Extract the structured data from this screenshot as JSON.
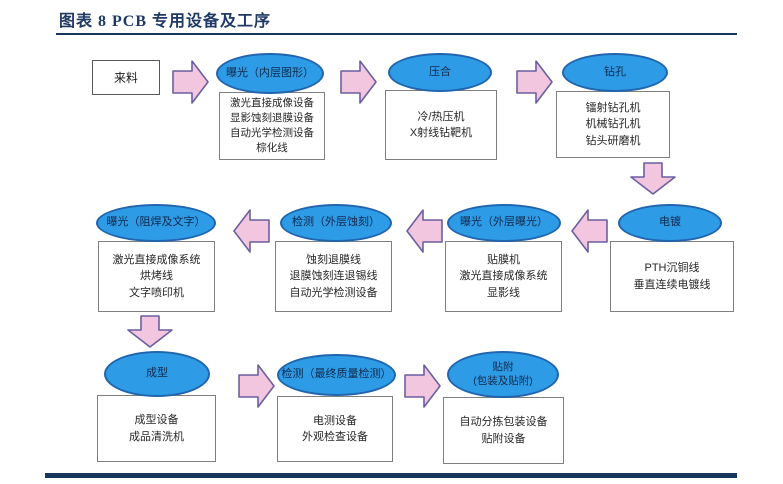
{
  "header": {
    "title": "图表 8  PCB 专用设备及工序"
  },
  "colors": {
    "title_navy": "#1F3864",
    "rule_navy": "#17375E",
    "ellipse_fill": "#2E9BE6",
    "ellipse_border": "#2065AE",
    "arrow_fill": "#F3C6DF",
    "arrow_border": "#6B5FA0"
  },
  "flow": {
    "source": {
      "label": "来料"
    },
    "stages": [
      {
        "name": "曝光（内层图形）",
        "equipment": [
          "激光直接成像设备",
          "显影蚀刻退膜设备",
          "自动光学检测设备",
          "棕化线"
        ]
      },
      {
        "name": "压合",
        "equipment": [
          "冷/热压机",
          "X射线钻靶机"
        ]
      },
      {
        "name": "钻孔",
        "equipment": [
          "镭射钻孔机",
          "机械钻孔机",
          "钻头研磨机"
        ]
      },
      {
        "name": "电镀",
        "equipment": [
          "PTH沉铜线",
          "垂直连续电镀线"
        ]
      },
      {
        "name": "曝光（外层曝光）",
        "equipment": [
          "贴膜机",
          "激光直接成像系统",
          "显影线"
        ]
      },
      {
        "name": "检测（外层蚀刻）",
        "equipment": [
          "蚀刻退膜线",
          "退膜蚀刻连退锡线",
          "自动光学检测设备"
        ]
      },
      {
        "name": "曝光（阻焊及文字）",
        "equipment": [
          "激光直接成像系统",
          "烘烤线",
          "文字喷印机"
        ]
      },
      {
        "name": "成型",
        "equipment": [
          "成型设备",
          "成品清洗机"
        ]
      },
      {
        "name": "检测（最终质量检测）",
        "equipment": [
          "电测设备",
          "外观检查设备"
        ]
      },
      {
        "name": "贴附",
        "name_line2": "(包装及贴附)",
        "equipment": [
          "自动分拣包装设备",
          "贴附设备"
        ]
      }
    ]
  }
}
